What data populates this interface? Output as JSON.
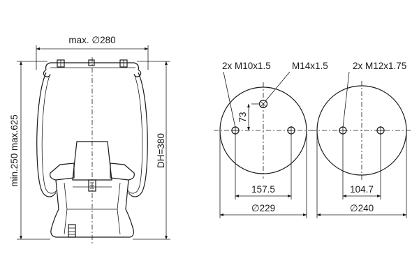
{
  "side_view": {
    "dim_top": "max. ∅280",
    "dim_left": "min.250 max.625",
    "dim_right": "DH=380"
  },
  "plate_left": {
    "label_studs": "2x M10x1.5",
    "label_center": "M14x1.5",
    "offset": "73",
    "spacing": "157.5",
    "diameter": "∅229"
  },
  "plate_right": {
    "label_studs": "2x M12x1.75",
    "spacing": "104.7",
    "diameter": "∅240"
  }
}
